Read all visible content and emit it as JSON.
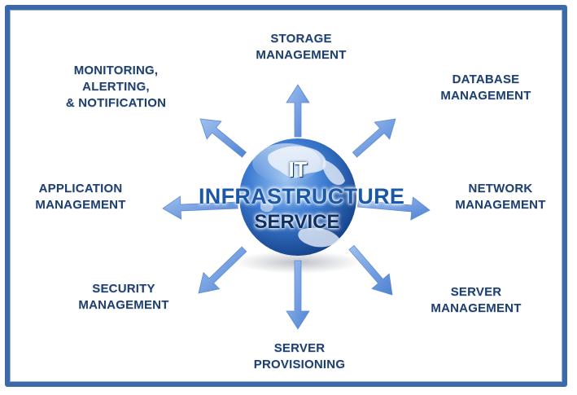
{
  "center": {
    "line1": "IT",
    "line2": "INFRASTRUCTURE",
    "line3": "SERVICE"
  },
  "nodes": {
    "storage": [
      "STORAGE",
      "MANAGEMENT"
    ],
    "database": [
      "DATABASE",
      "MANAGEMENT"
    ],
    "network": [
      "NETWORK",
      "MANAGEMENT"
    ],
    "server_mgmt": [
      "SERVER",
      "MANAGEMENT"
    ],
    "server_prov": [
      "SERVER",
      "PROVISIONING"
    ],
    "security": [
      "SECURITY",
      "MANAGEMENT"
    ],
    "application": [
      "APPLICATION",
      "MANAGEMENT"
    ],
    "monitoring": [
      "MONITORING,",
      "ALERTING,",
      "& NOTIFICATION"
    ]
  },
  "colors": {
    "frame": "#3c6aa9",
    "label_text": "#1f3f6e",
    "arrow": "#6f9be0",
    "globe_ocean": "#2f6cc4",
    "globe_land": "#e8eef8"
  }
}
